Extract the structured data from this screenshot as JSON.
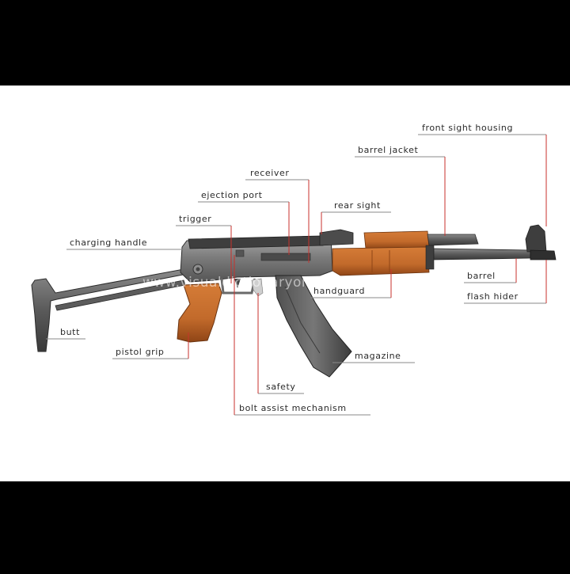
{
  "diagram": {
    "watermark": "www.visualdictionaryonline.com",
    "labels": {
      "front_sight_housing": "front sight housing",
      "barrel_jacket": "barrel jacket",
      "receiver": "receiver",
      "ejection_port": "ejection port",
      "rear_sight": "rear sight",
      "trigger": "trigger",
      "charging_handle": "charging handle",
      "barrel": "barrel",
      "handguard": "handguard",
      "flash_hider": "flash hider",
      "butt": "butt",
      "pistol_grip": "pistol grip",
      "magazine": "magazine",
      "safety": "safety",
      "bolt_assist_mechanism": "bolt assist mechanism"
    },
    "colors": {
      "metal_dark": "#3b3b3b",
      "metal_mid": "#6e6e6e",
      "metal_light": "#b5b5b5",
      "wood": "#c26a2b",
      "wood_dark": "#8f4516",
      "leader": "#c9312c"
    }
  }
}
